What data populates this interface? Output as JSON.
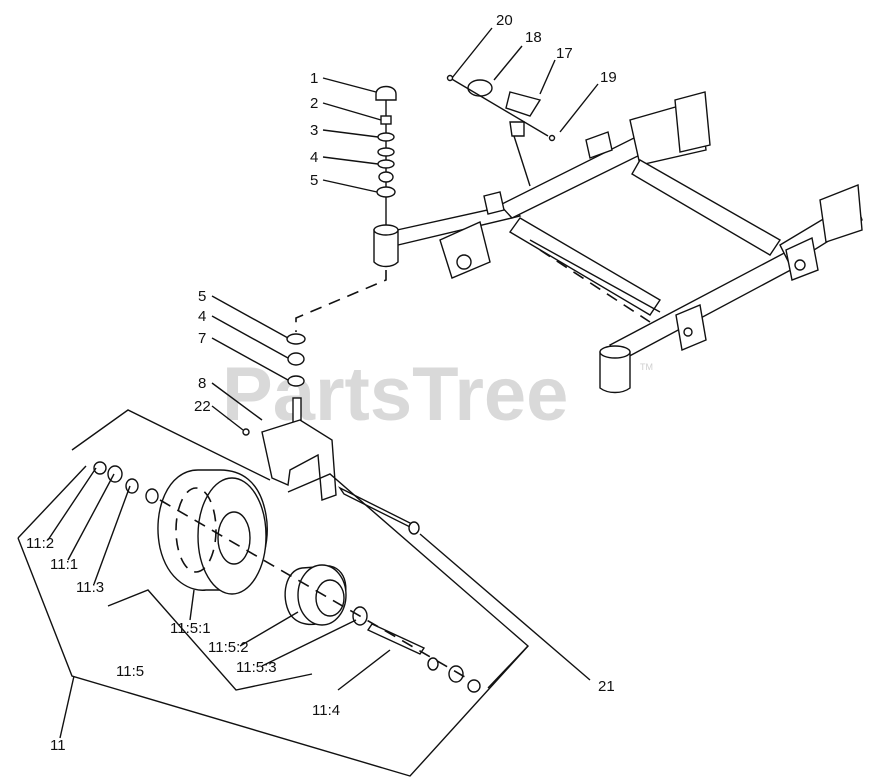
{
  "watermark": {
    "text": "PartsTree",
    "trademark": "TM"
  },
  "callouts": {
    "c1": "1",
    "c2": "2",
    "c3": "3",
    "c4a": "4",
    "c5a": "5",
    "c5b": "5",
    "c4b": "4",
    "c7": "7",
    "c8": "8",
    "c22": "22",
    "c20": "20",
    "c18": "18",
    "c17": "17",
    "c19": "19",
    "c11_2": "11:2",
    "c11_1": "11:1",
    "c11_3": "11:3",
    "c11_5_1": "11:5:1",
    "c11_5_2": "11:5:2",
    "c11_5_3": "11:5:3",
    "c11_5": "11:5",
    "c11_4": "11:4",
    "c11": "11",
    "c21": "21"
  }
}
